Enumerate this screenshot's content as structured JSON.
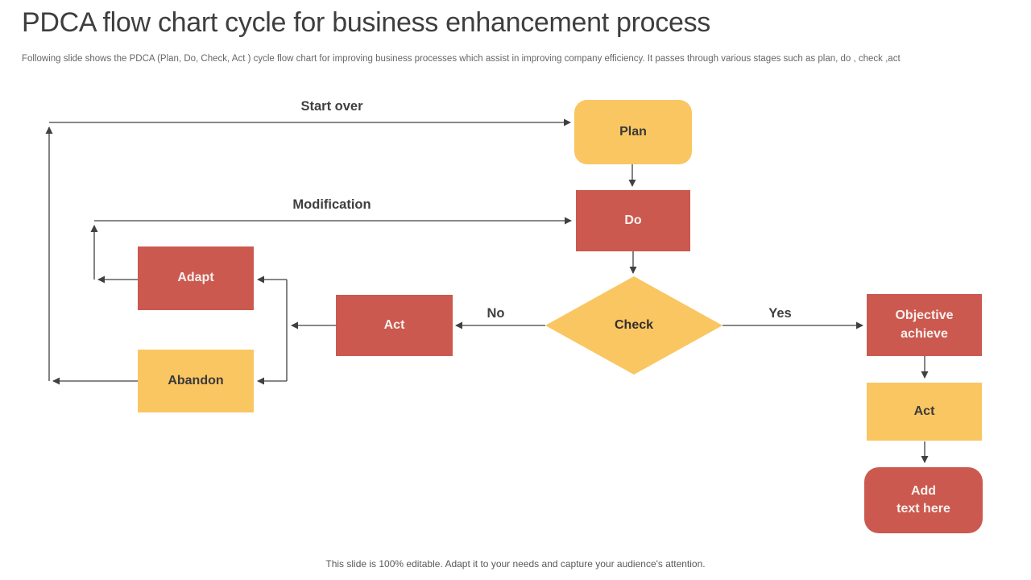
{
  "header": {
    "title": "PDCA flow chart cycle for business enhancement process",
    "subtitle": "Following slide shows the PDCA (Plan, Do, Check, Act ) cycle flow chart for improving business processes which assist in improving company efficiency. It passes through various stages such as plan, do , check ,act"
  },
  "colors": {
    "accent_yellow": "#FAC662",
    "accent_red": "#CB594F",
    "line_color": "#404040",
    "dark_text": "#3A3A3A",
    "light_text": "#F8F1ED"
  },
  "nodes": {
    "plan": {
      "label": "Plan"
    },
    "do": {
      "label": "Do"
    },
    "check": {
      "label": "Check"
    },
    "objective_achieve": {
      "label": "Objective achieve",
      "lines": [
        "Objective",
        "achieve"
      ]
    },
    "act_right": {
      "label": "Act"
    },
    "add_text_here": {
      "label": "Add text here",
      "lines": [
        "Add",
        "text here"
      ]
    },
    "act_left": {
      "label": "Act"
    },
    "adapt": {
      "label": "Adapt"
    },
    "abandon": {
      "label": "Abandon"
    }
  },
  "edge_labels": {
    "start_over": "Start over",
    "modification": "Modification",
    "yes": "Yes",
    "no": "No"
  },
  "footer": {
    "note": "This slide is 100% editable. Adapt it to your needs and capture your audience's attention."
  }
}
